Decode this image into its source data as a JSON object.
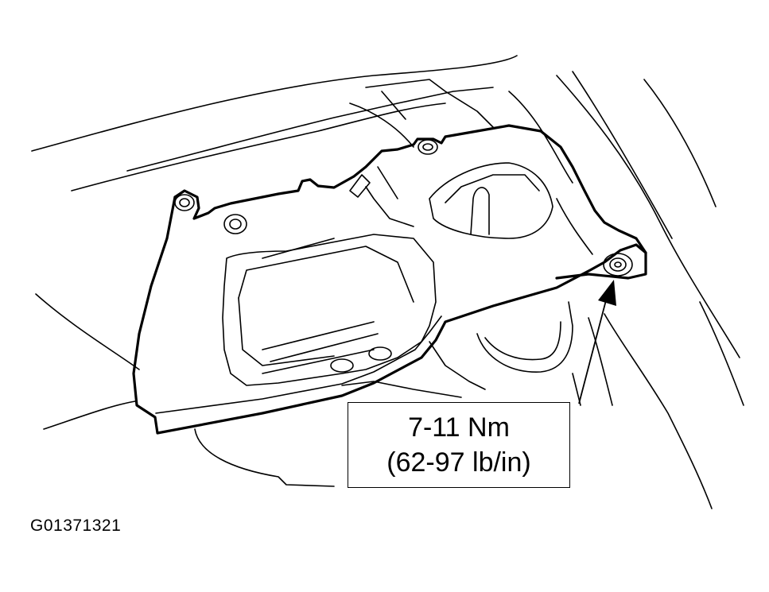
{
  "callout": {
    "torque_nm": "7-11 Nm",
    "torque_lbin": "(62-97 lb/in)"
  },
  "figure_id": "G01371321",
  "icons": [
    "bolt-icon",
    "arrow-up-icon"
  ]
}
